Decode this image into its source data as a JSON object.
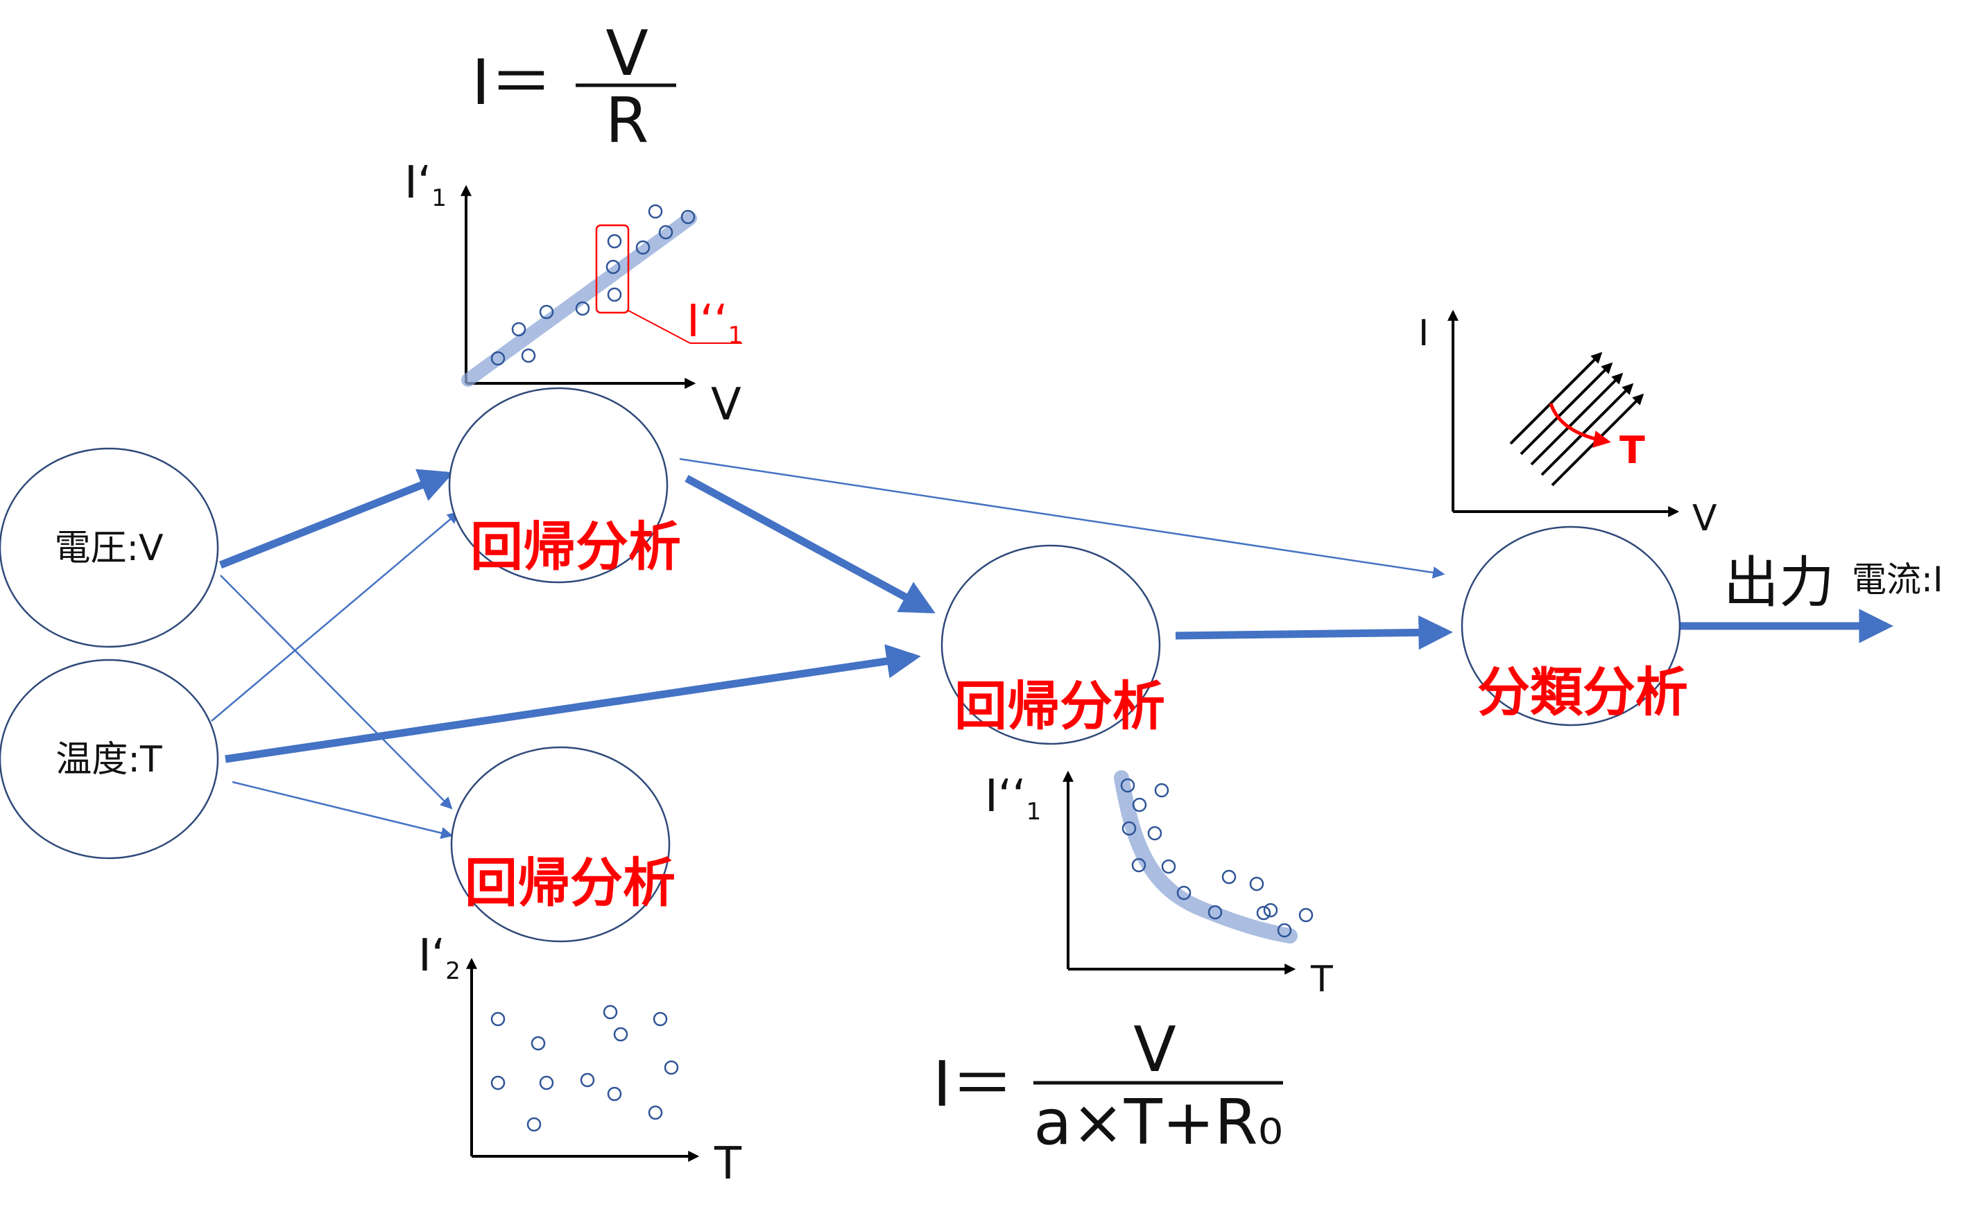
{
  "inputs": {
    "voltage": "電圧:V",
    "temperature": "温度:T"
  },
  "methods": {
    "regression_top": "回帰分析",
    "regression_bottom": "回帰分析",
    "regression_mid": "回帰分析",
    "classification": "分類分析"
  },
  "output": {
    "label": "出力",
    "current": "電流:I"
  },
  "formula_top": {
    "lhs": "I＝",
    "numerator": "V",
    "denominator": "R"
  },
  "formula_bottom": {
    "lhs": "I＝",
    "numerator": "V",
    "denominator": "a×T+R₀"
  },
  "plot_iv": {
    "ylabel": "I‘",
    "ylabel_sub": "1",
    "xlabel": "V",
    "annotation": "I‘‘",
    "annotation_sub": "1"
  },
  "plot_it_scatter": {
    "ylabel": "I‘",
    "ylabel_sub": "2",
    "xlabel": "T"
  },
  "plot_it_curve": {
    "ylabel": "I‘‘",
    "ylabel_sub": "1",
    "xlabel": "T"
  },
  "plot_family": {
    "ylabel": "I",
    "xlabel": "V",
    "param_label": "T"
  },
  "colors": {
    "arrow": "#4472c4",
    "method_text": "#ff0000",
    "points": "#2f5597",
    "trend": "#8fa8d8"
  }
}
